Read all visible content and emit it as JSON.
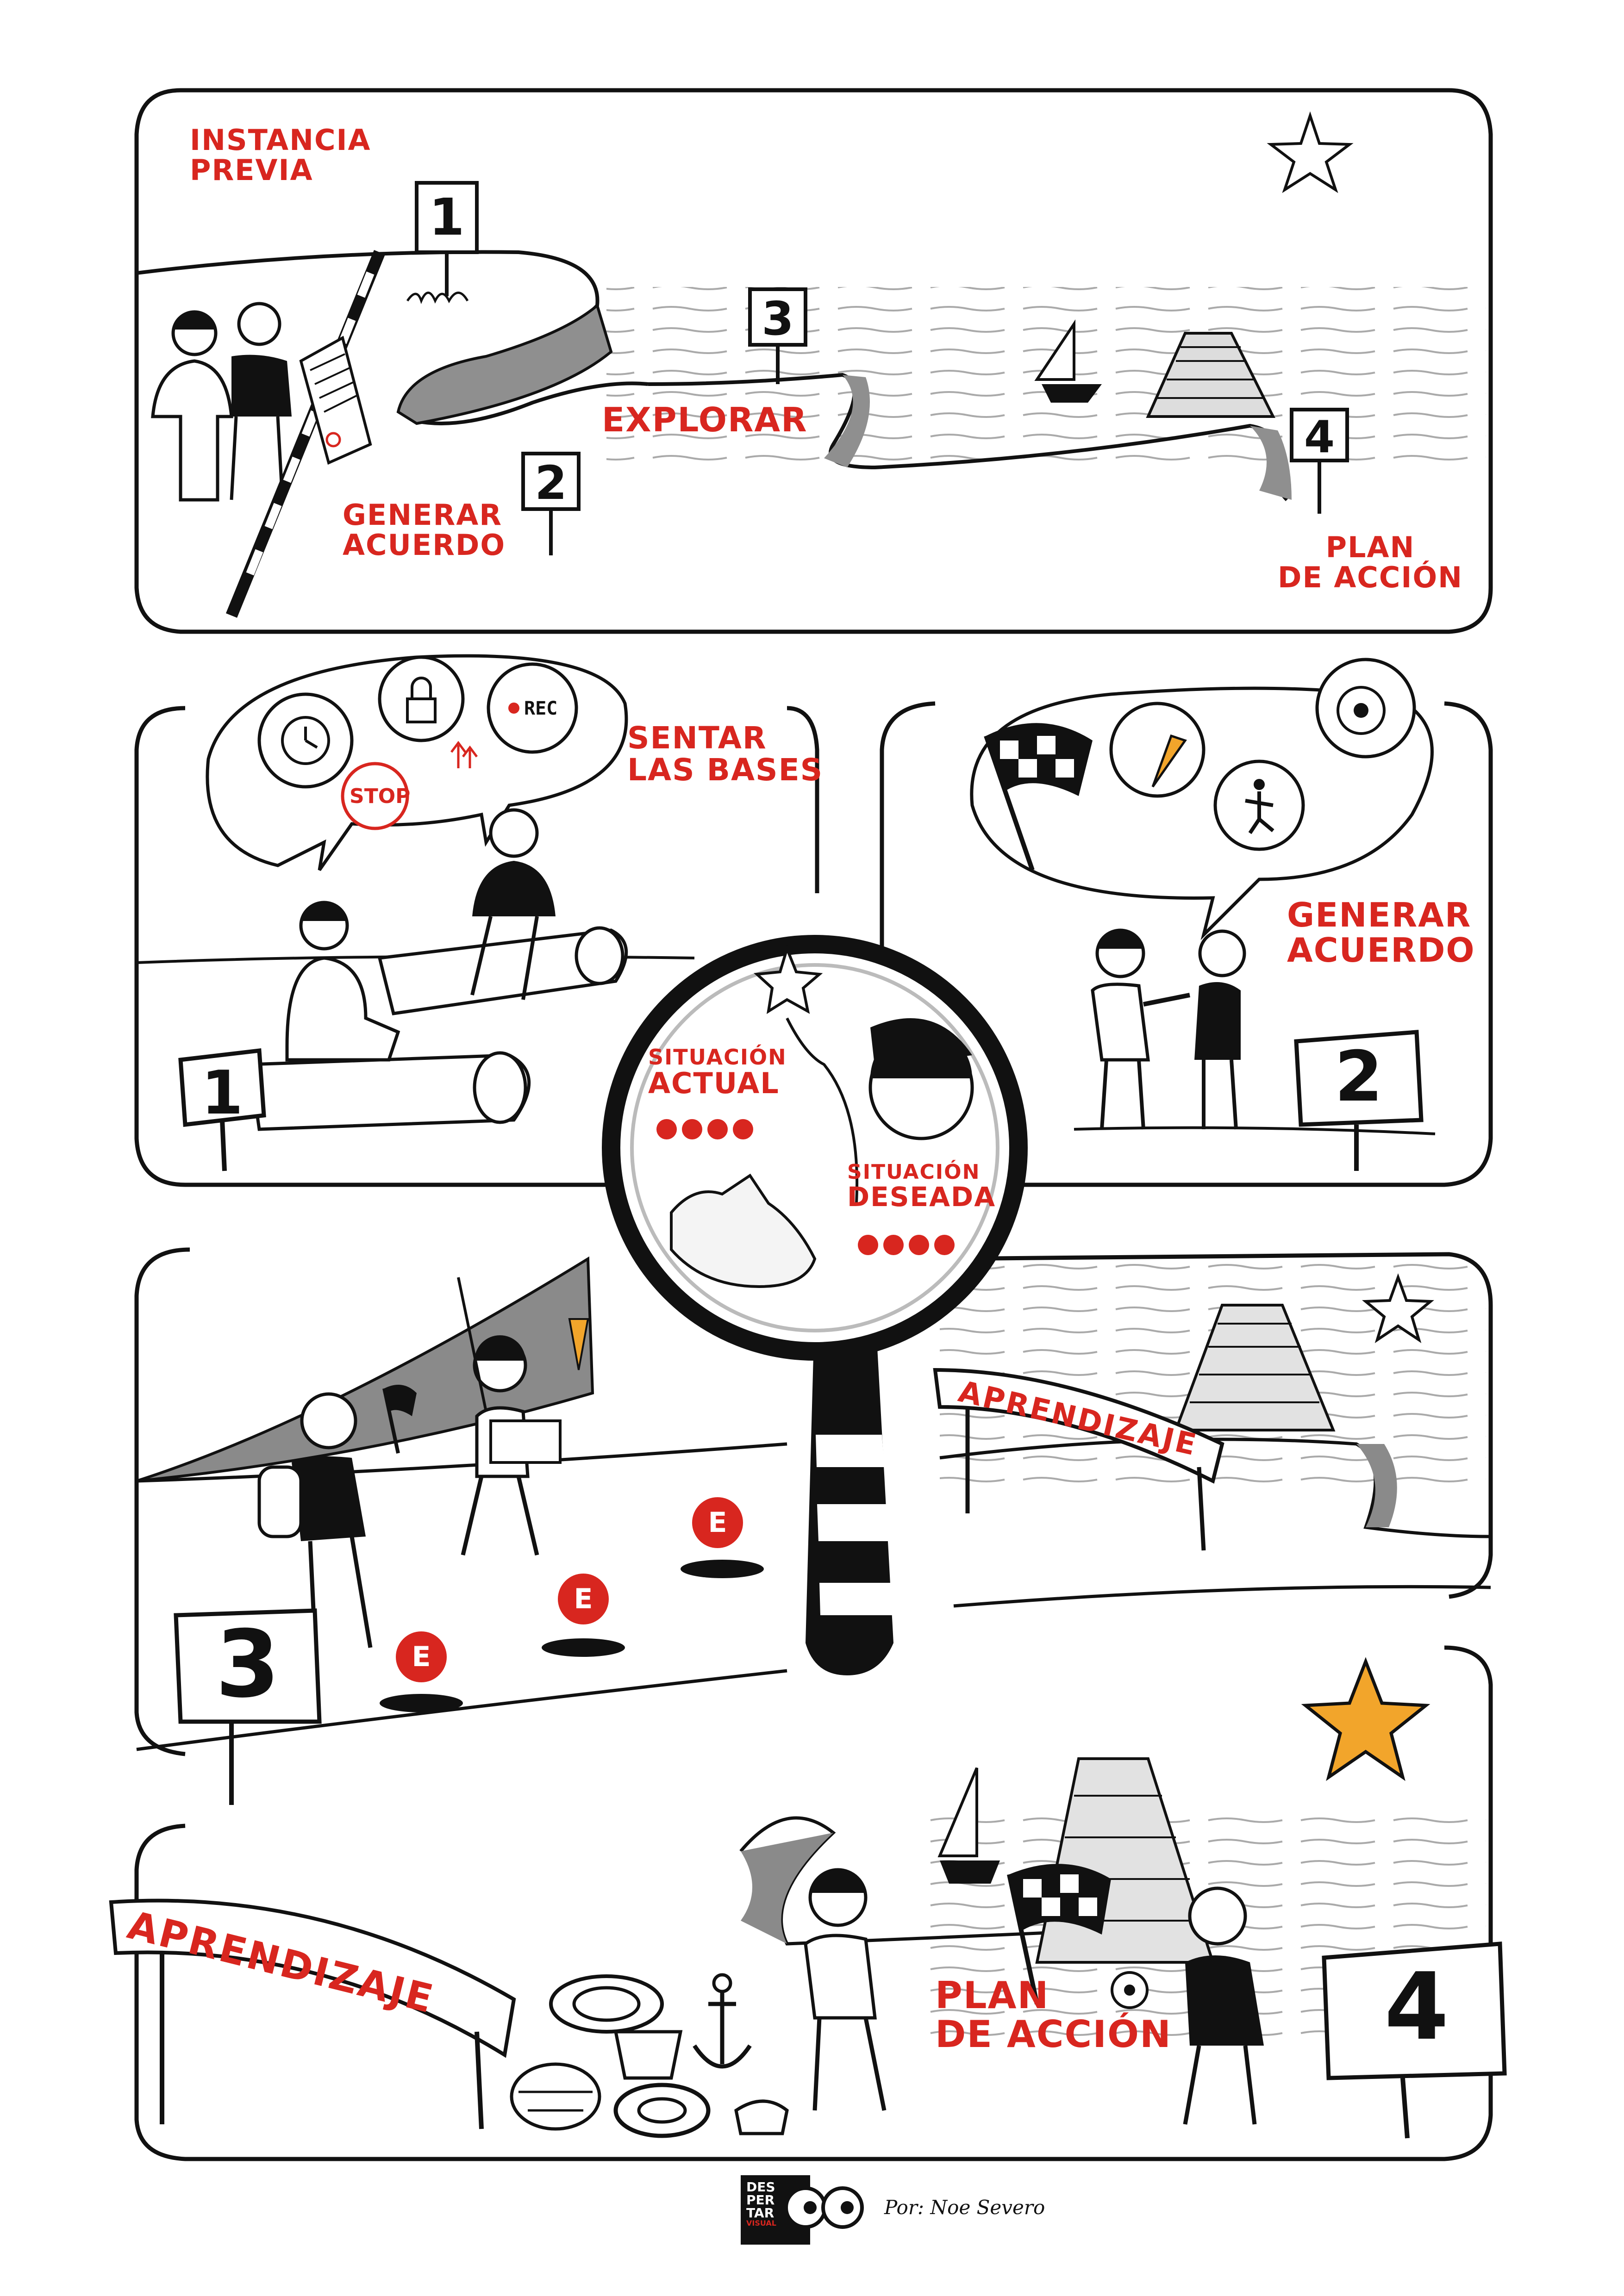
{
  "colors": {
    "accent": "#d8261f",
    "ink": "#111111",
    "gray": "#8a8a8a",
    "star": "#f2a52b"
  },
  "panel1": {
    "stage0": [
      "INSTANCIA",
      "PREVIA"
    ],
    "stage2": [
      "GENERAR",
      "ACUERDO"
    ],
    "stage3": "EXPLORAR",
    "stage4": [
      "PLAN",
      "DE ACCIÓN"
    ],
    "markers": [
      "1",
      "2",
      "3",
      "4"
    ]
  },
  "panel2": {
    "title": [
      "SENTAR",
      "LAS BASES"
    ],
    "marker": "1",
    "bubble": {
      "stop": "STOP",
      "rec": "REC"
    },
    "icons": [
      "clock-icon",
      "lock-icon",
      "stop-icon",
      "rec-icon",
      "arrows-icon"
    ]
  },
  "panel3": {
    "title": [
      "GENERAR",
      "ACUERDO"
    ],
    "marker": "2",
    "icons": [
      "checkered-flag-icon",
      "carrot-icon",
      "jumping-person-icon",
      "measuring-tape-icon"
    ]
  },
  "magnifier": {
    "actual": [
      "SITUACIÓN",
      "ACTUAL"
    ],
    "desired": [
      "SITUACIÓN",
      "DESEADA"
    ]
  },
  "panel4": {
    "banner": "APRENDIZAJE",
    "marker": "3",
    "e_label": "E"
  },
  "panel5": {
    "banner": "APRENDIZAJE",
    "title": [
      "PLAN",
      "DE ACCIÓN"
    ],
    "marker": "4"
  },
  "footer": {
    "logo": [
      "DES",
      "PER",
      "TAR"
    ],
    "logo_sub": "VISUAL",
    "author": "Por: Noe Severo"
  }
}
